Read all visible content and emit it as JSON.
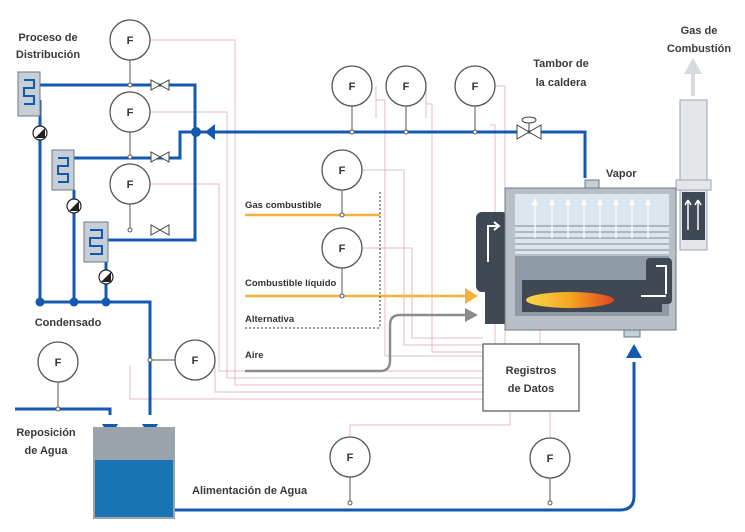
{
  "labels": {
    "proceso_1": "Proceso de",
    "proceso_2": "Distribución",
    "tambor_1": "Tambor de",
    "tambor_2": "la caldera",
    "gas_comb_1": "Gas de",
    "gas_comb_2": "Combustión",
    "vapor": "Vapor",
    "condensado": "Condensado",
    "gas_combustible": "Gas combustible",
    "combustible_liquido": "Combustible líquido",
    "alternativa": "Alternativa",
    "aire": "Aire",
    "registros_1": "Registros",
    "registros_2": "de Datos",
    "reposicion_1": "Reposición",
    "reposicion_2": "de Agua",
    "alimentacion": "Alimentación de Agua"
  },
  "meter_letter": "F",
  "colors": {
    "water_line": "#1558b0",
    "fuel_line": "#f2b23e",
    "air_line": "#8c8c8c",
    "signal_line": "#e6b9cc",
    "meter_stroke": "#555555",
    "boiler_body": "#b9bfc6",
    "boiler_dark": "#3f4853",
    "tank_water": "#1a73b3",
    "tank_top": "#9aa4ad",
    "stack_grey": "#e4e7ea",
    "flame": "#f5a623"
  }
}
